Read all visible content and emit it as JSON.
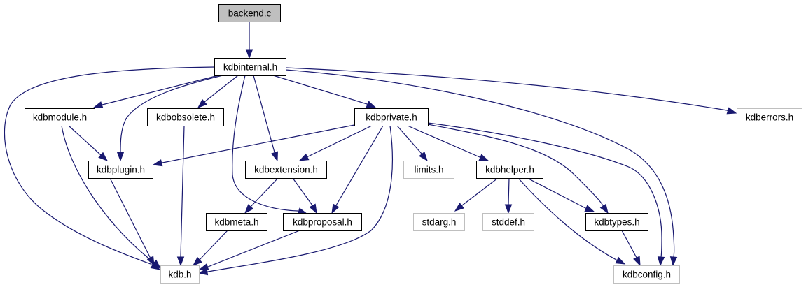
{
  "diagram": {
    "type": "include-dependency-graph",
    "colors": {
      "edge": "#191970",
      "root_fill": "#bfbfbf",
      "node_fill": "#ffffff",
      "node_border": "#000000",
      "external_border": "#bfbfbf"
    },
    "nodes": [
      {
        "id": "backend_c",
        "label": "backend.c",
        "kind": "root"
      },
      {
        "id": "kdbinternal_h",
        "label": "kdbinternal.h",
        "kind": "documented"
      },
      {
        "id": "kdbmodule_h",
        "label": "kdbmodule.h",
        "kind": "documented"
      },
      {
        "id": "kdbobsolete_h",
        "label": "kdbobsolete.h",
        "kind": "documented"
      },
      {
        "id": "kdbprivate_h",
        "label": "kdbprivate.h",
        "kind": "documented"
      },
      {
        "id": "kdberrors_h",
        "label": "kdberrors.h",
        "kind": "external"
      },
      {
        "id": "kdbplugin_h",
        "label": "kdbplugin.h",
        "kind": "documented"
      },
      {
        "id": "kdbextension_h",
        "label": "kdbextension.h",
        "kind": "documented"
      },
      {
        "id": "limits_h",
        "label": "limits.h",
        "kind": "external"
      },
      {
        "id": "kdbhelper_h",
        "label": "kdbhelper.h",
        "kind": "documented"
      },
      {
        "id": "kdbmeta_h",
        "label": "kdbmeta.h",
        "kind": "documented"
      },
      {
        "id": "kdbproposal_h",
        "label": "kdbproposal.h",
        "kind": "documented"
      },
      {
        "id": "stdarg_h",
        "label": "stdarg.h",
        "kind": "external"
      },
      {
        "id": "stddef_h",
        "label": "stddef.h",
        "kind": "external"
      },
      {
        "id": "kdbtypes_h",
        "label": "kdbtypes.h",
        "kind": "documented"
      },
      {
        "id": "kdb_h",
        "label": "kdb.h",
        "kind": "external"
      },
      {
        "id": "kdbconfig_h",
        "label": "kdbconfig.h",
        "kind": "external"
      }
    ],
    "edges": [
      {
        "from": "backend_c",
        "to": "kdbinternal_h"
      },
      {
        "from": "kdbinternal_h",
        "to": "kdb_h"
      },
      {
        "from": "kdbinternal_h",
        "to": "kdbmodule_h"
      },
      {
        "from": "kdbinternal_h",
        "to": "kdbplugin_h"
      },
      {
        "from": "kdbinternal_h",
        "to": "kdbobsolete_h"
      },
      {
        "from": "kdbinternal_h",
        "to": "kdbproposal_h"
      },
      {
        "from": "kdbinternal_h",
        "to": "kdbextension_h"
      },
      {
        "from": "kdbinternal_h",
        "to": "kdbprivate_h"
      },
      {
        "from": "kdbinternal_h",
        "to": "kdbconfig_h"
      },
      {
        "from": "kdbinternal_h",
        "to": "kdberrors_h"
      },
      {
        "from": "kdbmodule_h",
        "to": "kdbplugin_h"
      },
      {
        "from": "kdbmodule_h",
        "to": "kdb_h"
      },
      {
        "from": "kdbobsolete_h",
        "to": "kdb_h"
      },
      {
        "from": "kdbplugin_h",
        "to": "kdb_h"
      },
      {
        "from": "kdbprivate_h",
        "to": "kdbplugin_h"
      },
      {
        "from": "kdbprivate_h",
        "to": "kdbextension_h"
      },
      {
        "from": "kdbprivate_h",
        "to": "kdbproposal_h"
      },
      {
        "from": "kdbprivate_h",
        "to": "kdb_h"
      },
      {
        "from": "kdbprivate_h",
        "to": "limits_h"
      },
      {
        "from": "kdbprivate_h",
        "to": "kdbhelper_h"
      },
      {
        "from": "kdbprivate_h",
        "to": "kdbtypes_h"
      },
      {
        "from": "kdbprivate_h",
        "to": "kdbconfig_h"
      },
      {
        "from": "kdbextension_h",
        "to": "kdbmeta_h"
      },
      {
        "from": "kdbextension_h",
        "to": "kdbproposal_h"
      },
      {
        "from": "kdbmeta_h",
        "to": "kdb_h"
      },
      {
        "from": "kdbproposal_h",
        "to": "kdb_h"
      },
      {
        "from": "kdbhelper_h",
        "to": "stdarg_h"
      },
      {
        "from": "kdbhelper_h",
        "to": "stddef_h"
      },
      {
        "from": "kdbhelper_h",
        "to": "kdbtypes_h"
      },
      {
        "from": "kdbhelper_h",
        "to": "kdbconfig_h"
      },
      {
        "from": "kdbtypes_h",
        "to": "kdbconfig_h"
      }
    ]
  }
}
